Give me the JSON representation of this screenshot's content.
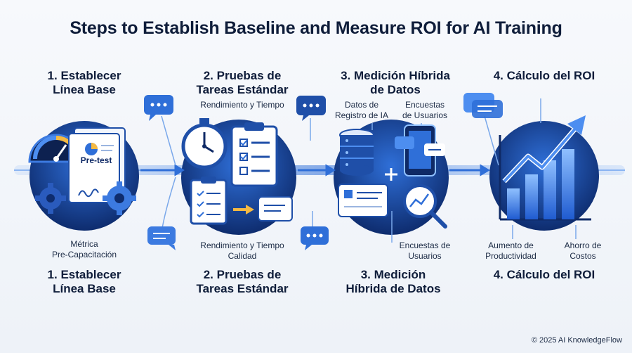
{
  "title": "Steps to Establish Baseline and Measure ROI for AI Training",
  "steps": [
    {
      "top_heading_1": "1. Establecer",
      "top_heading_2": "Línea Base",
      "badge": "Pre-test",
      "bottom_caption_1": "Métrica",
      "bottom_caption_2": "Pre-Capacitación",
      "bottom_heading_1": "1. Establecer",
      "bottom_heading_2": "Línea Base"
    },
    {
      "top_heading_1": "2. Pruebas de",
      "top_heading_2": "Tareas Estándar",
      "top_caption": "Rendimiento y Tiempo",
      "bottom_caption_1": "Rendimiento y Tiempo",
      "bottom_caption_2": "Calidad",
      "bottom_heading_1": "2. Pruebas de",
      "bottom_heading_2": "Tareas Estándar"
    },
    {
      "top_heading_1": "3. Medición Híbrida",
      "top_heading_2": "de Datos",
      "top_caption_left_1": "Datos de",
      "top_caption_left_2": "Registro de IA",
      "top_caption_right_1": "Encuestas",
      "top_caption_right_2": "de Usuarios",
      "bottom_caption_1": "Encuestas de",
      "bottom_caption_2": "Usuarios",
      "bottom_heading_1": "3. Medición",
      "bottom_heading_2": "Híbrida de Datos"
    },
    {
      "top_heading": "4. Cálculo del ROI",
      "bottom_caption_left_1": "Aumento de",
      "bottom_caption_left_2": "Productividad",
      "bottom_caption_right_1": "Ahorro de",
      "bottom_caption_right_2": "Costos",
      "bottom_heading": "4. Cálculo del ROI"
    }
  ],
  "footer": "© 2025 AI KnowledgeFlow",
  "colors": {
    "navy": "#0f2a66",
    "blue": "#1f5bd0",
    "light_blue": "#4d8ef0",
    "pale": "#dfe9fb",
    "text": "#0f1d3a"
  }
}
